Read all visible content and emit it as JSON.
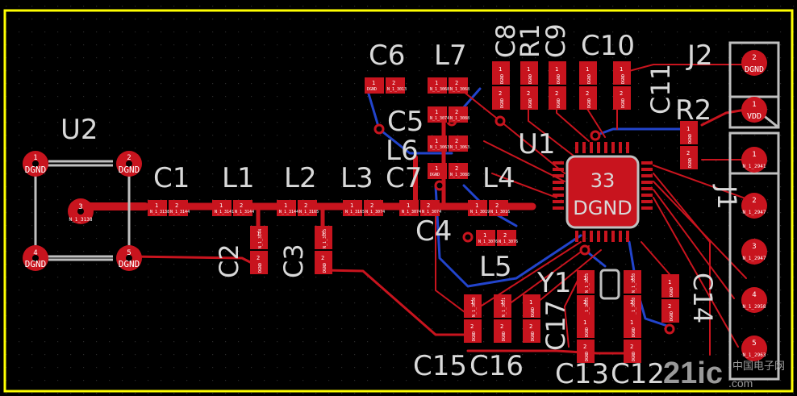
{
  "colors": {
    "background": "#000000",
    "dots": "#2a2a2a",
    "outline": "#ffff00",
    "copper_top": "#c8141e",
    "copper_bottom": "#2244cc",
    "silkscreen": "#d9d9d9",
    "pad_text": "#ffffff",
    "watermark": "#9a9a9a"
  },
  "designators": {
    "U2": "U2",
    "C1": "C1",
    "L1": "L1",
    "L2": "L2",
    "L3": "L3",
    "C7": "C7",
    "L4": "L4",
    "C4": "C4",
    "C2": "C2",
    "C3": "C3",
    "C6": "C6",
    "L7": "L7",
    "C5": "C5",
    "L6": "L6",
    "C8": "C8",
    "R1": "R1",
    "C9": "C9",
    "C10": "C10",
    "J2": "J2",
    "C11": "C11",
    "R2": "R2",
    "U1": "U1",
    "J1": "J1",
    "L5": "L5",
    "Y1": "Y1",
    "C17": "C17",
    "C14": "C14",
    "C15": "C15",
    "C16": "C16",
    "C13": "C13",
    "C12": "C12"
  },
  "u2_pads": [
    {
      "pin": "1",
      "net": "DGND"
    },
    {
      "pin": "2",
      "net": "DGND"
    },
    {
      "pin": "3",
      "net": "N_1_3138"
    },
    {
      "pin": "4",
      "net": "DGND"
    },
    {
      "pin": "5",
      "net": "DGND"
    }
  ],
  "u1": {
    "pad": "33",
    "net": "DGND"
  },
  "j2_pads": [
    {
      "pin": "2",
      "net": "DGND"
    },
    {
      "pin": "1",
      "net": "VDD"
    }
  ],
  "j1_pads": [
    {
      "pin": "1",
      "net": "N_1_2941"
    },
    {
      "pin": "2",
      "net": "N_1_2947"
    },
    {
      "pin": "3",
      "net": "N_1_2947"
    },
    {
      "pin": "4",
      "net": "N_1_2958"
    },
    {
      "pin": "5",
      "net": "N_1_2963"
    }
  ],
  "r2_net": "VDD",
  "pad_nets": {
    "dgnd": "DGND",
    "c1": "N_1_3138",
    "c1b": "N_1_3144",
    "l1": "N_1_3141",
    "l1b": "N_1_3144",
    "l2": "N_1_3144",
    "l2b": "N_1_3165",
    "l3": "N_1_3165",
    "l3b": "N_1_3074",
    "c7": "N_1_3074",
    "c7b": "N_1_3074",
    "l4": "N_1_3019",
    "l4b": "N_1_3016",
    "c6": "N_1_3013",
    "l7": "N_1_3068",
    "c5": "N_1_3074",
    "c5b": "N_1_3088",
    "l6": "N_1_3063",
    "l6b": "N_1_3063",
    "c4": "N_1_3088",
    "l5": "N_1_3076",
    "c13": "N_1_3025",
    "c13b": "N_1_3035",
    "c12": "N_1_3038",
    "c12b": "N_1_3038",
    "c15": "N_1_3030",
    "c16": "N_1_3031"
  },
  "watermark": {
    "logo": "21ic",
    "suffix": ".com",
    "chinese": "中国电子网"
  }
}
